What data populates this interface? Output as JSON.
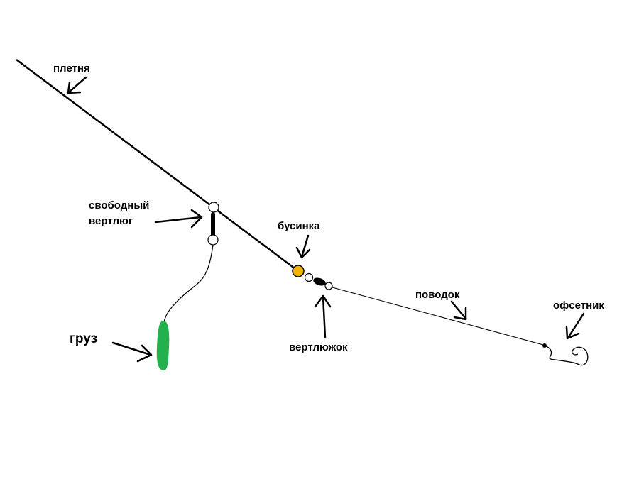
{
  "labels": {
    "braid": "плетня",
    "free_swivel_line1": "свободный",
    "free_swivel_line2": "вертлюг",
    "bead": "бусинка",
    "leader": "поводок",
    "offset_hook": "офсетник",
    "swivel": "вертлюжок",
    "sinker": "груз"
  },
  "colors": {
    "line": "#000000",
    "bead": "#f0b400",
    "sinker": "#22b14c",
    "background": "#ffffff"
  }
}
